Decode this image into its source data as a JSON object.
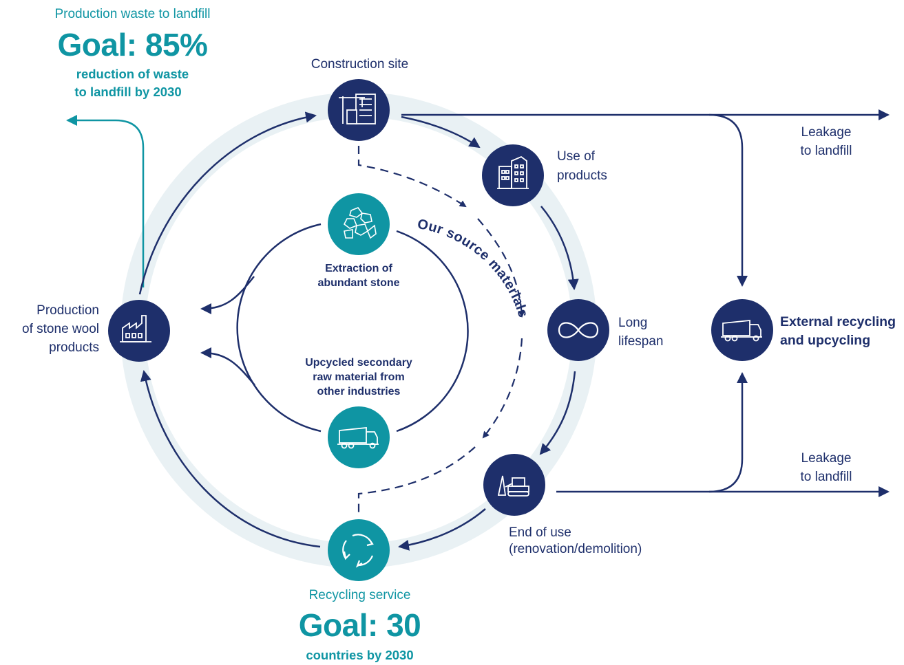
{
  "goal_landfill": {
    "heading": "Production waste to landfill",
    "goal": "Goal: 85%",
    "line1": "reduction of waste",
    "line2": "to landfill by 2030"
  },
  "goal_recycling": {
    "heading": "Recycling service",
    "goal": "Goal: 30",
    "sub": "countries by 2030"
  },
  "nodes": {
    "construction": "Construction site",
    "use_line1": "Use of",
    "use_line2": "products",
    "lifespan_line1": "Long",
    "lifespan_line2": "lifespan",
    "endofuse_line1": "End of use",
    "endofuse_line2": "(renovation/demolition)",
    "production_line1": "Production",
    "production_line2": "of stone wool",
    "production_line3": "products",
    "external_line1": "External recycling",
    "external_line2": "and upcycling"
  },
  "leakage": {
    "top_line1": "Leakage",
    "top_line2": "to landfill",
    "bottom_line1": "Leakage",
    "bottom_line2": "to landfill"
  },
  "inner_cycle": {
    "extraction_line1": "Extraction of",
    "extraction_line2": "abundant stone",
    "upcycled_line1": "Upcycled secondary",
    "upcycled_line2": "raw material from",
    "upcycled_line3": "other industries",
    "arc_label": "Our source materials"
  },
  "icons": [
    "crane-building-icon",
    "buildings-icon",
    "infinity-icon",
    "bulldozer-icon",
    "recycle-arrows-icon",
    "factory-icon",
    "stones-icon",
    "truck-icon"
  ],
  "colors": {
    "navy": "#1e2f6b",
    "teal": "#0f95a3",
    "ring": "#e9f1f4"
  }
}
